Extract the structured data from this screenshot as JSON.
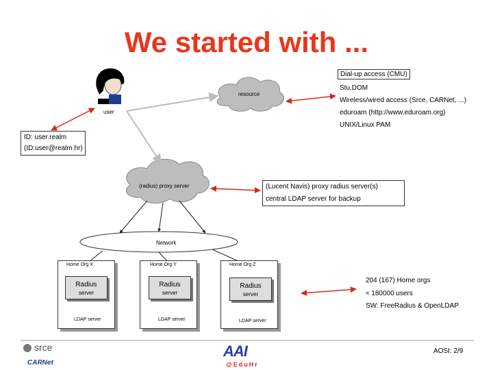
{
  "slide": {
    "title": "We started with ...",
    "labels": {
      "user": "user",
      "resource": "resource",
      "proxy": "(radius) proxy server",
      "network": "Network"
    },
    "access_list": [
      "Dial-up access (CMU)",
      "Stu.DOM",
      "Wireless/wired access (Srce, CARNet, ...)",
      "eduroam (http://www.eduroam.org)",
      "UNIX/Linux PAM"
    ],
    "id_box": {
      "line1": "ID: user.realm",
      "line2": "(ID:user@realm.hr)"
    },
    "proxy_info": {
      "line1": "(Lucent Navis) proxy radius server(s)",
      "line2": "central LDAP server for backup"
    },
    "orgs": [
      {
        "name": "Home Org X",
        "radius": "Radius",
        "server": "server",
        "ldap": "LDAP server"
      },
      {
        "name": "Home Org Y",
        "radius": "Radius",
        "server": "server",
        "ldap": "LDAP server"
      },
      {
        "name": "Home Org Z",
        "radius": "Radius",
        "server": "server",
        "ldap": "LDAP server"
      }
    ],
    "stats": {
      "line1": "204 (167)  Home orgs",
      "line2": "≈ 180000 users",
      "line3": "SW: FreeRadius & OpenLDAP"
    },
    "footer": {
      "logo_srce": "srce",
      "logo_carnet": "CARNet",
      "logo_aai": "AAI",
      "aai_caption": "@EduHr",
      "page": "AOSI: 2/9"
    }
  }
}
